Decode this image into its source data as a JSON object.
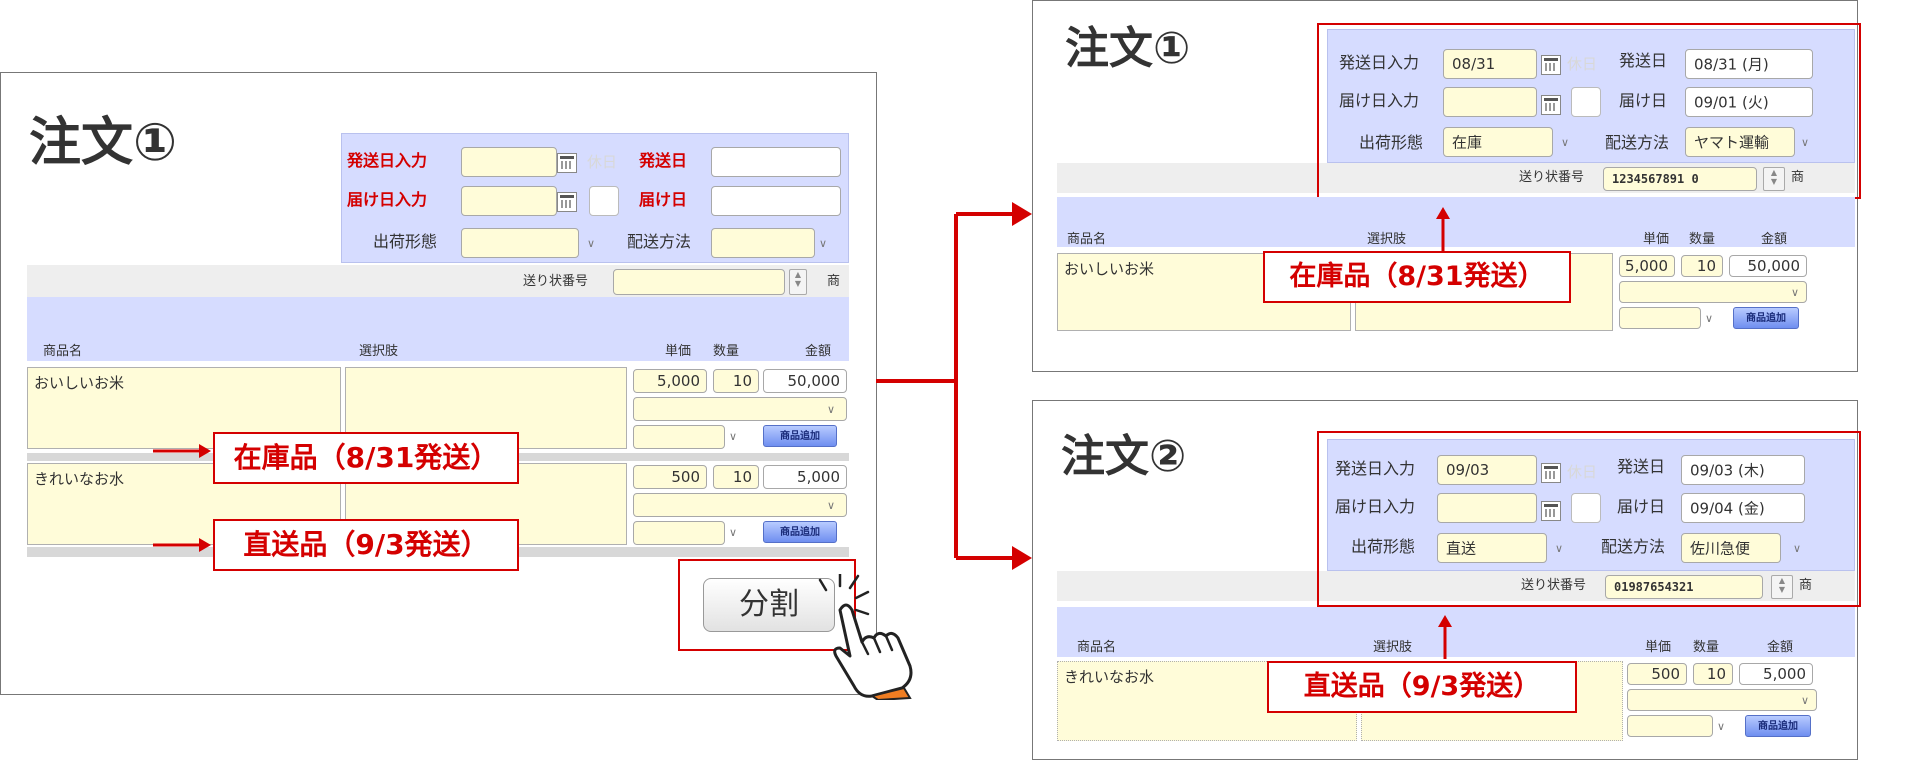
{
  "field_labels": {
    "ship_date_input": "発送日入力",
    "delivery_date_input": "届け日入力",
    "shipment_type": "出荷形態",
    "ship_date": "発送日",
    "delivery_date": "届け日",
    "shipping_method": "配送方法",
    "holiday": "休日",
    "tracking_number": "送り状番号",
    "product_truncated": "商"
  },
  "table_headers": {
    "product_name": "商品名",
    "option": "選択肢",
    "unit_price": "単価",
    "quantity": "数量",
    "amount": "金額"
  },
  "add_item_label": "商品追加",
  "left_panel": {
    "title": "注文①",
    "items": [
      {
        "name": "おいしいお米",
        "unit_price": "5,000",
        "quantity": "10",
        "amount": "50,000",
        "annotation": "在庫品（8/31発送）"
      },
      {
        "name": "きれいなお水",
        "unit_price": "500",
        "quantity": "10",
        "amount": "5,000",
        "annotation": "直送品（9/3発送）"
      }
    ],
    "split_button": "分割"
  },
  "order1": {
    "title": "注文①",
    "ship_date_input": "08/31",
    "ship_date": "08/31 (月)",
    "delivery_date": "09/01 (火)",
    "shipment_type": "在庫",
    "shipping_method": "ヤマト運輸",
    "tracking_number": "1234567891 0",
    "item": {
      "name": "おいしいお米",
      "unit_price": "5,000",
      "quantity": "10",
      "amount": "50,000"
    },
    "annotation": "在庫品（8/31発送）"
  },
  "order2": {
    "title": "注文②",
    "ship_date_input": "09/03",
    "ship_date": "09/03 (木)",
    "delivery_date": "09/04 (金)",
    "shipment_type": "直送",
    "shipping_method": "佐川急便",
    "tracking_number": "01987654321",
    "item": {
      "name": "きれいなお水",
      "unit_price": "500",
      "quantity": "10",
      "amount": "5,000"
    },
    "annotation": "直送品（9/3発送）"
  },
  "colors": {
    "accent_red": "#d40000",
    "header_blue": "#d6dcff",
    "input_yellow": "#fffcd9",
    "add_button_blue": "#6f8ef0"
  },
  "icons": [
    "calendar-icon",
    "chevron-down-icon",
    "spinner-icon",
    "arrow-right-icon",
    "arrow-up-icon",
    "pointing-hand-icon",
    "click-burst-icon"
  ]
}
